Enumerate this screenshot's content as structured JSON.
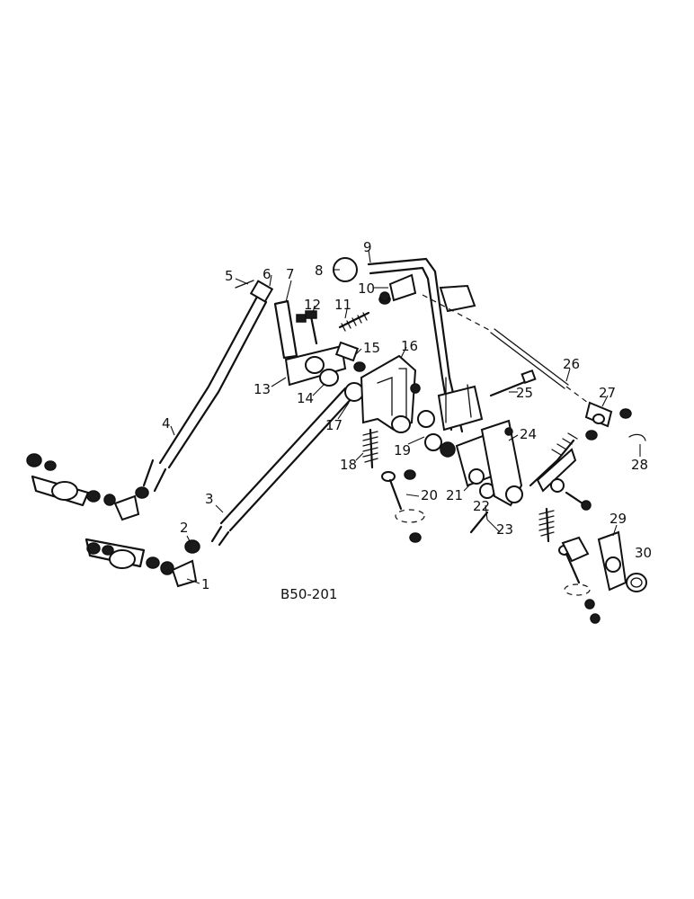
{
  "diagram": {
    "reference_code": "B50-201",
    "callouts": [
      "1",
      "2",
      "3",
      "4",
      "5",
      "6",
      "7",
      "8",
      "9",
      "10",
      "11",
      "12",
      "13",
      "14",
      "15",
      "16",
      "17",
      "18",
      "19",
      "20",
      "21",
      "22",
      "23",
      "24",
      "25",
      "26",
      "27",
      "28",
      "29",
      "30"
    ]
  }
}
